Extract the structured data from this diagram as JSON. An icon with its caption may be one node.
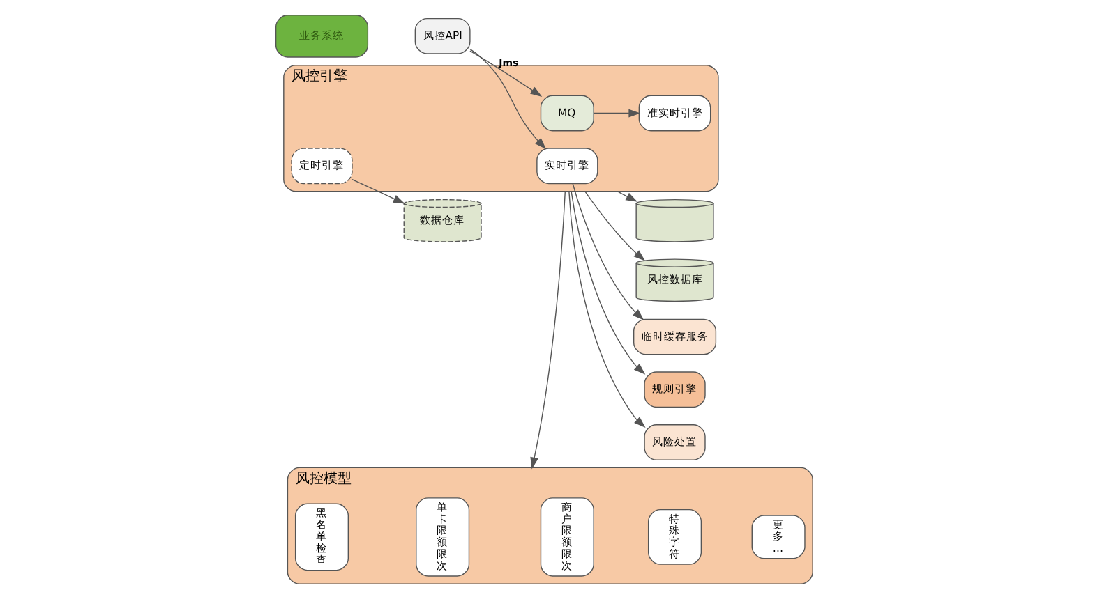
{
  "diagram": {
    "nodes": [
      {
        "text": [
          "业务系统"
        ]
      },
      {
        "text": [
          "风控API"
        ]
      },
      {
        "text": [
          "风控模型"
        ]
      },
      {
        "text": [
          "黑名单检查"
        ],
        "in": 2
      },
      {
        "text": [
          "单卡限额限次"
        ],
        "in": 2
      },
      {
        "text": [
          "商户限额限次"
        ],
        "in": 2
      },
      {
        "text": [
          "特殊字符"
        ],
        "in": 2
      },
      {
        "text": [
          "更多…"
        ],
        "in": 2
      },
      {
        "text": [
          "风控引擎"
        ]
      },
      {
        "text": [
          "实时引擎"
        ],
        "in": 8
      },
      {
        "text": [
          "MQ"
        ],
        "in": 8
      },
      {
        "text": [
          "准实时引擎"
        ],
        "in": 8
      },
      {
        "text": [
          "定时引擎"
        ],
        "in": 8
      },
      {
        "text": [
          "临时缓存服务"
        ]
      },
      {
        "text": [
          "规则引擎"
        ]
      },
      {
        "text": [
          "风险处置"
        ]
      },
      {
        "text": [],
        "shape": "cylinder"
      },
      {
        "text": [
          "风控数据库"
        ]
      },
      {
        "text": [
          "数据仓库"
        ]
      }
    ],
    "edges": [
      {
        "from": 1,
        "to": 9,
        "arrow": "to"
      },
      {
        "from": 1,
        "to": 10,
        "label": "Jms",
        "arrow": "to"
      },
      {
        "from": 10,
        "to": 11,
        "arrow": "to"
      },
      {
        "from": 8,
        "to": 2,
        "arrow": "to"
      },
      {
        "from": 9,
        "to": 13,
        "arrow": "to"
      },
      {
        "from": 8,
        "to": 14,
        "arrow": "to"
      },
      {
        "from": 8,
        "to": 15,
        "arrow": "to"
      },
      {
        "from": 8,
        "to": 16,
        "arrow": "to"
      },
      {
        "from": 8,
        "to": 17,
        "arrow": "to"
      },
      {
        "from": 12,
        "to": 18,
        "arrow": "to"
      }
    ]
  }
}
